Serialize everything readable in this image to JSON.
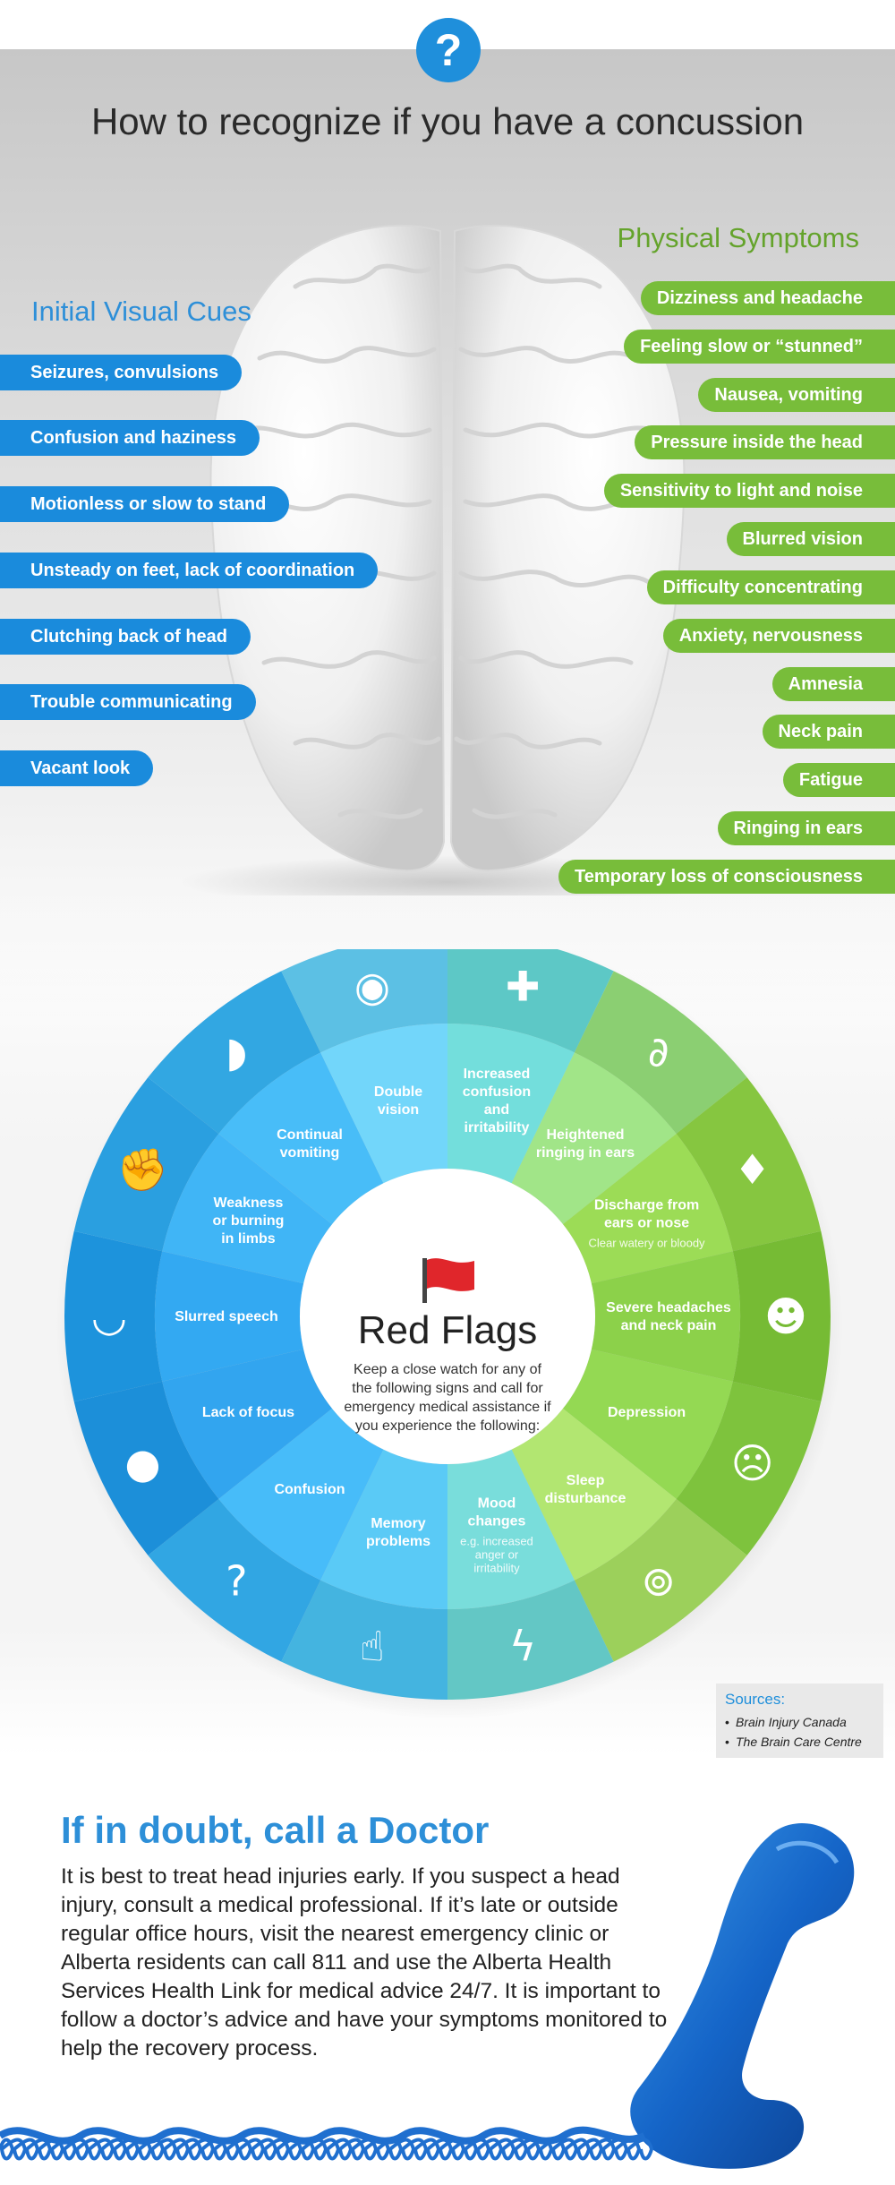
{
  "header": {
    "icon": "question-icon",
    "icon_glyph": "?",
    "title": "How to recognize if you have a concussion"
  },
  "visual_cues": {
    "heading": "Initial Visual Cues",
    "items": [
      "Seizures, convulsions",
      "Confusion and haziness",
      "Motionless or slow to stand",
      "Unsteady on feet, lack of coordination",
      "Clutching back of head",
      "Trouble communicating",
      "Vacant look"
    ]
  },
  "physical_symptoms": {
    "heading": "Physical Symptoms",
    "items": [
      "Dizziness and headache",
      "Feeling slow or “stunned”",
      "Nausea, vomiting",
      "Pressure inside the head",
      "Sensitivity to light and noise",
      "Blurred vision",
      "Difficulty concentrating",
      "Anxiety, nervousness",
      "Amnesia",
      "Neck pain",
      "Fatigue",
      "Ringing in ears",
      "Temporary loss of consciousness"
    ]
  },
  "red_flags": {
    "title": "Red Flags",
    "description": [
      "Keep a close watch for any of",
      "the following signs and call for",
      "emergency medical assistance if",
      "you experience the following:"
    ],
    "segments": [
      {
        "label": [
          "Increased",
          "confusion",
          "and",
          "irritability"
        ],
        "icon": "puzzle-icon",
        "color": "#5dc8c6"
      },
      {
        "label": [
          "Heightened",
          "ringing in ears"
        ],
        "icon": "ear-icon",
        "color": "#8bcf72"
      },
      {
        "label": [
          "Discharge from",
          "ears or nose"
        ],
        "sub": "Clear watery or bloody",
        "icon": "drop-icon",
        "color": "#86c640"
      },
      {
        "label": [
          "Severe headaches",
          "and neck pain"
        ],
        "icon": "head-icon",
        "color": "#76bb34"
      },
      {
        "label": [
          "Depression"
        ],
        "icon": "sad-face-icon",
        "color": "#7ec33d"
      },
      {
        "label": [
          "Sleep",
          "disturbance"
        ],
        "icon": "owl-icon",
        "color": "#9cd05b"
      },
      {
        "label": [
          "Mood",
          "changes"
        ],
        "sub": [
          "e.g. increased",
          "anger or",
          "irritability"
        ],
        "icon": "lightning-icon",
        "color": "#63c7c5"
      },
      {
        "label": [
          "Memory",
          "problems"
        ],
        "icon": "finger-string-icon",
        "color": "#44b4e0"
      },
      {
        "label": [
          "Confusion"
        ],
        "icon": "question-mark-icon",
        "color": "#31a6e3"
      },
      {
        "label": [
          "Lack of focus"
        ],
        "icon": "blur-icon",
        "color": "#1c8fd9"
      },
      {
        "label": [
          "Slurred speech"
        ],
        "icon": "lips-icon",
        "color": "#1d93dc"
      },
      {
        "label": [
          "Weakness",
          "or burning",
          "in limbs"
        ],
        "icon": "arm-icon",
        "color": "#2a9fe0"
      },
      {
        "label": [
          "Continual",
          "vomiting"
        ],
        "icon": "stomach-icon",
        "color": "#32a7e2"
      },
      {
        "label": [
          "Double",
          "vision"
        ],
        "icon": "eye-icon",
        "color": "#5cc0e4"
      }
    ],
    "flag_color": "#e0262b"
  },
  "sources": {
    "label": "Sources:",
    "items": [
      "Brain Injury Canada",
      "The Brain Care Centre"
    ]
  },
  "doctor": {
    "title": "If in doubt, call a Doctor",
    "body": "It is best to treat head injuries early. If you suspect a head injury, consult a medical professional. If it’s late or outside regular office hours, visit the nearest emergency clinic or Alberta residents can call 811 and use the Alberta Health Services Health Link for medical advice 24/7. It is important to follow a doctor’s advice and have your symptoms monitored to help the recovery process."
  },
  "colors": {
    "blue": "#1a8bdc",
    "green": "#78bd3a",
    "title_blue": "#2d8fd8",
    "heading_green": "#64a32b"
  }
}
